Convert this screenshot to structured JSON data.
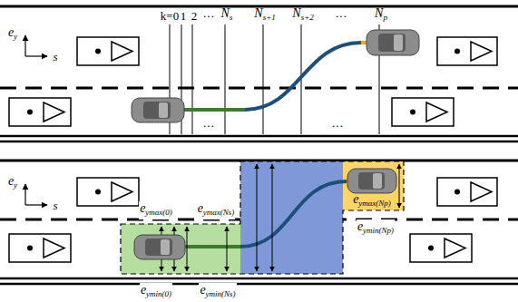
{
  "diagram": {
    "labels": [
      "k=0",
      "1",
      "2",
      "···",
      "Ns",
      "Ns+1",
      "Ns+2",
      "···",
      "Np",
      "ey",
      "s",
      "···",
      "···",
      "ey",
      "s",
      "eymax(0)",
      "eymax(Ns)",
      "eymin(0)",
      "eymin(Ns)",
      "eymax(Np)",
      "eymin(Np)"
    ]
  }
}
